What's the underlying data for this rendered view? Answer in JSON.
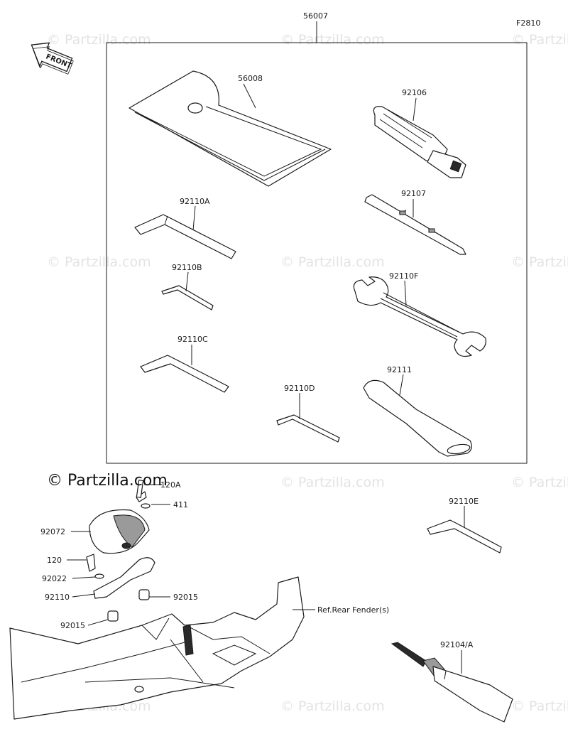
{
  "diagram_code": "F2810",
  "front_label": "FRONT",
  "watermark": "© Partzilla.com",
  "copyright": "© Partzilla.com",
  "ref_note": "Ref.Rear Fender(s)",
  "parts": {
    "p56007": "56007",
    "p56008": "56008",
    "p92106": "92106",
    "p92107": "92107",
    "p92110A": "92110A",
    "p92110B": "92110B",
    "p92110C": "92110C",
    "p92110D": "92110D",
    "p92110F": "92110F",
    "p92111": "92111",
    "p92110E": "92110E",
    "p92104A": "92104/A",
    "p120A": "120A",
    "p411": "411",
    "p92072": "92072",
    "p120": "120",
    "p92022": "92022",
    "p92110": "92110",
    "p92015a": "92015",
    "p92015b": "92015"
  }
}
